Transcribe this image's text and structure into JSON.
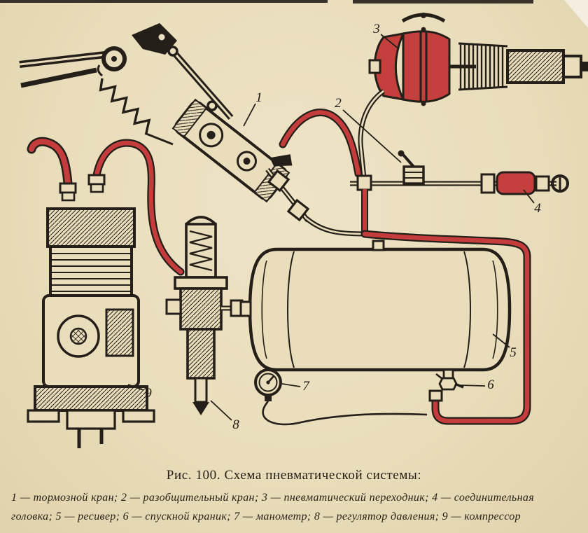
{
  "figure": {
    "title": "Рис. 100. Схема пневматической системы:",
    "legend_line1": "1 — тормозной кран; 2 — разобщительный кран; 3 — пневматический переходник; 4 — соединительная",
    "legend_line2": "головка; 5 — ресивер; 6 — спускной краник; 7 — манометр; 8 — регулятор давления; 9 — компрессор",
    "legend_items": [
      {
        "num": "1",
        "name": "тормозной кран"
      },
      {
        "num": "2",
        "name": "разобщительный кран"
      },
      {
        "num": "3",
        "name": "пневматический переходник"
      },
      {
        "num": "4",
        "name": "соединительная головка"
      },
      {
        "num": "5",
        "name": "ресивер"
      },
      {
        "num": "6",
        "name": "спускной краник"
      },
      {
        "num": "7",
        "name": "манометр"
      },
      {
        "num": "8",
        "name": "регулятор давления"
      },
      {
        "num": "9",
        "name": "компрессор"
      }
    ]
  },
  "diagram": {
    "part_numbers": [
      "1",
      "2",
      "3",
      "4",
      "5",
      "6",
      "7",
      "8",
      "9"
    ]
  },
  "colors": {
    "paper": "#e9ddbb",
    "ink": "#241f18",
    "red_hose": "#c53c3c",
    "top_strip": "#38312a"
  }
}
